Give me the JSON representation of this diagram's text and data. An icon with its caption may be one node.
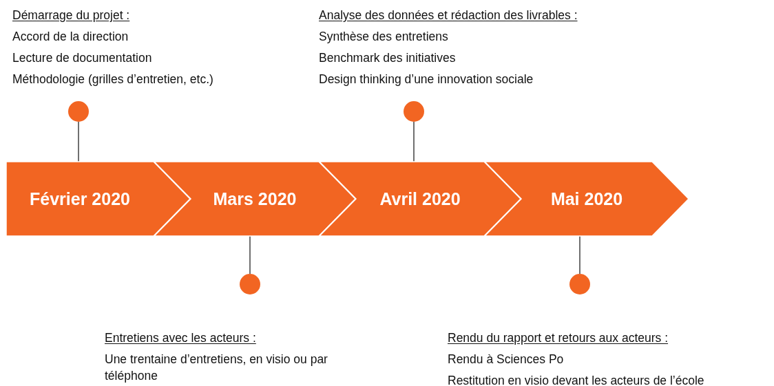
{
  "diagram": {
    "nodes": [
      {
        "text": [],
        "shape": "circle",
        "beside": [
          "Démarrage du projet :",
          "Accord de la direction",
          "Lecture de documentation",
          "Méthodologie (grilles d’entretien, etc.)"
        ]
      },
      {
        "text": [],
        "shape": "circle",
        "beside": [
          "Analyse des données et rédaction des livrables :",
          "Synthèse des entretiens",
          "Benchmark des initiatives",
          "Design thinking d’une innovation sociale"
        ]
      },
      {
        "text": [
          "Février 2020"
        ]
      },
      {
        "text": [
          "Mars 2020"
        ]
      },
      {
        "text": [
          "Avril 2020"
        ]
      },
      {
        "text": [
          "Mai 2020"
        ]
      },
      {
        "text": [],
        "shape": "circle",
        "beside": [
          "Entretiens avec les acteurs :",
          "Une trentaine d’entretiens, en visio ou par téléphone"
        ]
      },
      {
        "text": [],
        "shape": "circle",
        "beside": [
          "Rendu du rapport et retours aux acteurs :",
          "Rendu à Sciences Po",
          "Restitution en visio devant les acteurs de l’école"
        ]
      }
    ],
    "edges": [
      {
        "from": 0,
        "to": 2,
        "arrow": "none"
      },
      {
        "from": 1,
        "to": 4,
        "arrow": "none"
      },
      {
        "from": 6,
        "to": 3,
        "arrow": "none"
      },
      {
        "from": 7,
        "to": 5,
        "arrow": "none"
      }
    ]
  }
}
